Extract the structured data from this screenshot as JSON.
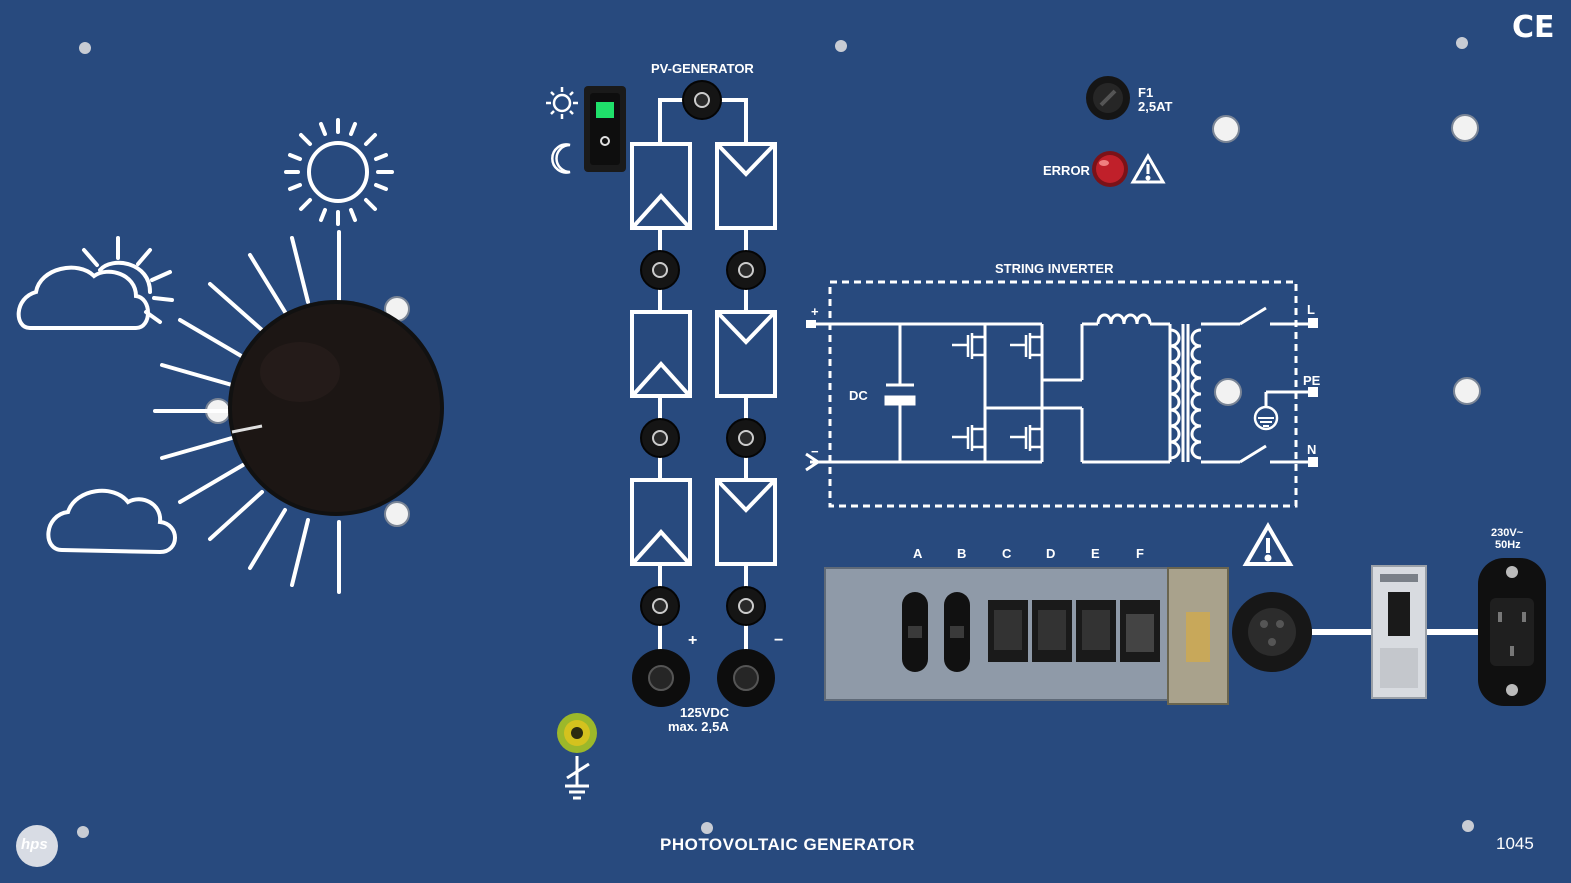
{
  "panel": {
    "ce_mark": "CE",
    "model_number": "1045",
    "title": "PHOTOVOLTAIC GENERATOR",
    "brand_logo": "hps",
    "background_color": "#284a7e"
  },
  "pv_generator": {
    "label": "PV-GENERATOR",
    "output_plus": "+",
    "output_minus": "−",
    "rating_line1": "125VDC",
    "rating_line2": "max. 2,5A",
    "day_night_switch_state": "day",
    "day_icon": "sun-icon",
    "night_icon": "moon-icon"
  },
  "irradiance": {
    "knob_icon": "rotary-knob",
    "full_sun_icon": "sun-icon",
    "partly_cloudy_icon": "sun-cloud-icon",
    "overcast_icon": "cloud-icon"
  },
  "fuse": {
    "line1": "F1",
    "line2": "2,5AT"
  },
  "error": {
    "label": "ERROR",
    "led_color": "#c0202a",
    "warning_icon": "warning-triangle-icon"
  },
  "inverter": {
    "label": "STRING INVERTER",
    "dc_label": "DC",
    "plus": "+",
    "minus": "−",
    "out_l": "L",
    "out_pe": "PE",
    "out_n": "N"
  },
  "fault_switches": {
    "labels": [
      "A",
      "B",
      "C",
      "D",
      "E",
      "F"
    ]
  },
  "mains": {
    "line1": "230V~",
    "line2": "50Hz"
  }
}
